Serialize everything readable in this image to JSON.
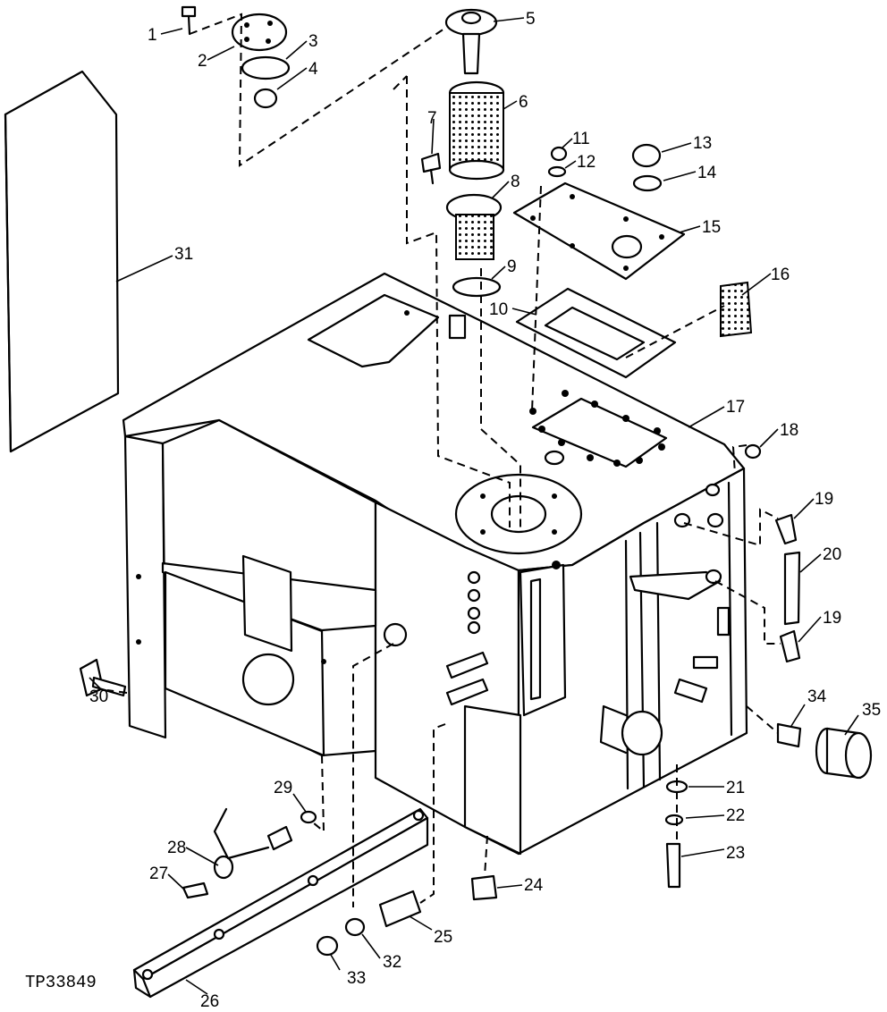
{
  "drawing": {
    "reference": "TP33849",
    "callouts": [
      "1",
      "2",
      "3",
      "4",
      "5",
      "6",
      "7",
      "8",
      "9",
      "10",
      "11",
      "12",
      "13",
      "14",
      "15",
      "16",
      "17",
      "18",
      "19",
      "19",
      "20",
      "21",
      "22",
      "23",
      "24",
      "25",
      "26",
      "27",
      "28",
      "29",
      "30",
      "31",
      "32",
      "33",
      "34",
      "35"
    ]
  }
}
